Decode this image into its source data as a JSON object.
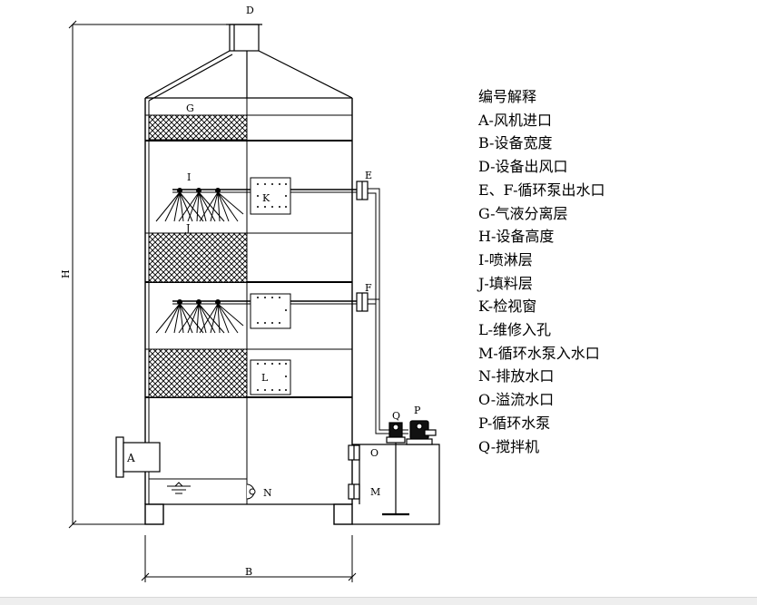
{
  "labels": {
    "A": "A",
    "D": "D",
    "E": "E",
    "F": "F",
    "G": "G",
    "H": "H",
    "I": "I",
    "J": "J",
    "K": "K",
    "L": "L",
    "M": "M",
    "N": "N",
    "O": "O",
    "P": "P",
    "Q": "Q",
    "B": "B"
  },
  "legend": {
    "title": "编号解释",
    "items": [
      "A-风机进口",
      "B-设备宽度",
      "D-设备出风口",
      "E、F-循环泵出水口",
      "G-气液分离层",
      "H-设备高度",
      "I-喷淋层",
      "J-填料层",
      "K-检视窗",
      "L-维修入孔",
      "M-循环水泵入水口",
      "N-排放水口",
      "O-溢流水口",
      "P-循环水泵",
      "Q-搅拌机"
    ]
  }
}
